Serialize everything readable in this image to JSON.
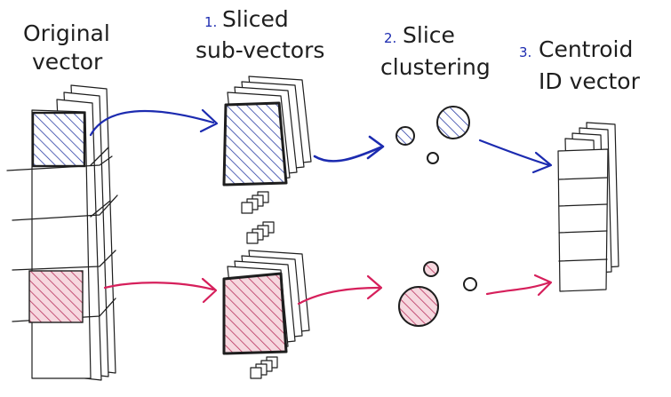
{
  "labels": {
    "original_vector": [
      "Original",
      "vector"
    ],
    "step1": {
      "number": "1.",
      "line1": "Sliced",
      "line2": "sub-vectors"
    },
    "step2": {
      "number": "2.",
      "line1": "Slice",
      "line2": "clustering"
    },
    "step3": {
      "number": "3.",
      "line1": "Centroid",
      "line2": "ID vector"
    }
  },
  "colors": {
    "ink": "#1e1e1e",
    "blue": "#1c2bb0",
    "crimson": "#d61f5b",
    "blue_hatch": "#2d3fa6",
    "crimson_hatch": "#b8325e",
    "crimson_fill": "#f6d8df"
  },
  "stages": [
    "original-vector",
    "sliced-sub-vectors",
    "slice-clustering",
    "centroid-id-vector"
  ]
}
